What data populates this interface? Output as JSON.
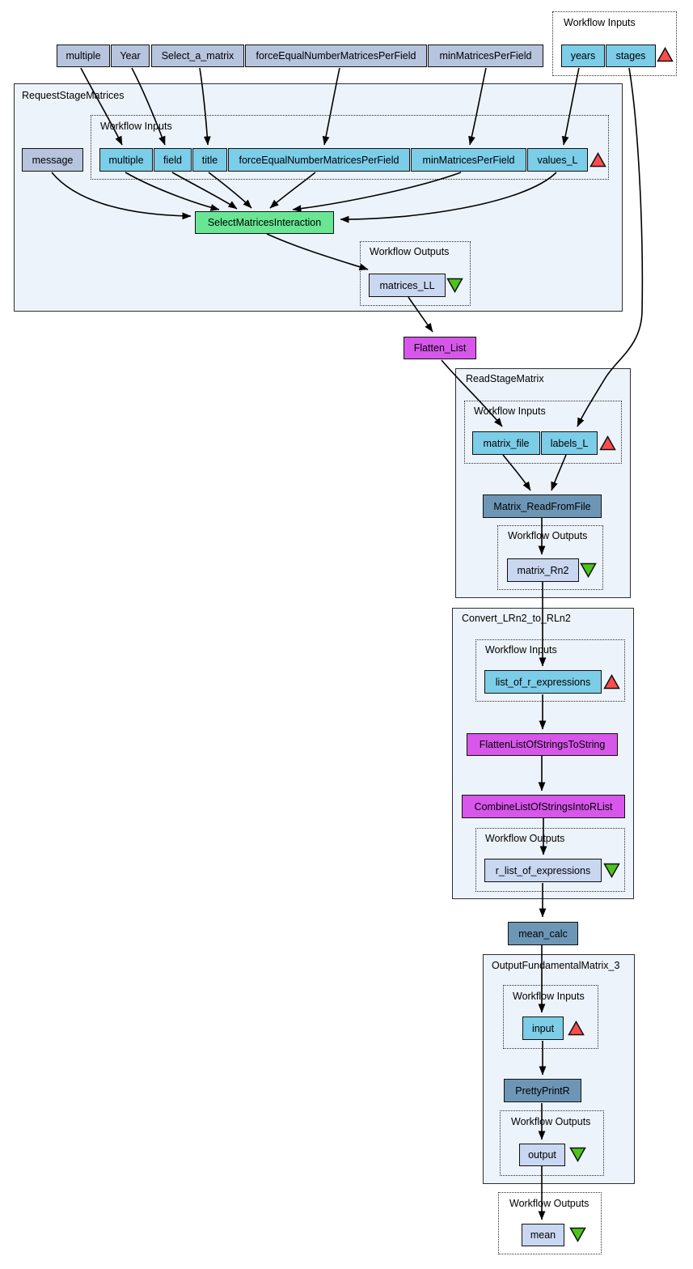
{
  "colors": {
    "nested_workflow_bg": "#edf3fa",
    "input_port": "#7ccde8",
    "output_port": "#c9d7f1",
    "external_port": "#b7c4dd",
    "interaction_service": "#68e694",
    "local_worker_service": "#d757ea",
    "rshell_service": "#6d96b6",
    "input_marker_red": "#fb4d4d",
    "output_marker_green": "#4dc41d",
    "edge": "#000000"
  },
  "top_inputs": {
    "title": "Workflow Inputs",
    "ports": [
      "years",
      "stages"
    ]
  },
  "top_row": [
    "multiple",
    "Year",
    "Select_a_matrix",
    "forceEqualNumberMatricesPerField",
    "minMatricesPerField"
  ],
  "request_stage": {
    "title": "RequestStageMatrices",
    "inputs_title": "Workflow Inputs",
    "message": "message",
    "input_ports": [
      "multiple",
      "field",
      "title",
      "forceEqualNumberMatricesPerField",
      "minMatricesPerField",
      "values_L"
    ],
    "service": "SelectMatricesInteraction",
    "outputs_title": "Workflow Outputs",
    "output_port": "matrices_LL"
  },
  "flatten_list": "Flatten_List",
  "read_stage": {
    "title": "ReadStageMatrix",
    "inputs_title": "Workflow Inputs",
    "input_ports": [
      "matrix_file",
      "labels_L"
    ],
    "service": "Matrix_ReadFromFile",
    "outputs_title": "Workflow Outputs",
    "output_port": "matrix_Rn2"
  },
  "convert": {
    "title": "Convert_LRn2_to_RLn2",
    "inputs_title": "Workflow Inputs",
    "input_port": "list_of_r_expressions",
    "service1": "FlattenListOfStringsToString",
    "service2": "CombineListOfStringsIntoRList",
    "outputs_title": "Workflow Outputs",
    "output_port": "r_list_of_expressions"
  },
  "mean_calc": "mean_calc",
  "output_fundamental": {
    "title": "OutputFundamentalMatrix_3",
    "inputs_title": "Workflow Inputs",
    "input_port": "input",
    "service": "PrettyPrintR",
    "outputs_title": "Workflow Outputs",
    "output_port": "output"
  },
  "final_outputs": {
    "title": "Workflow Outputs",
    "port": "mean"
  }
}
